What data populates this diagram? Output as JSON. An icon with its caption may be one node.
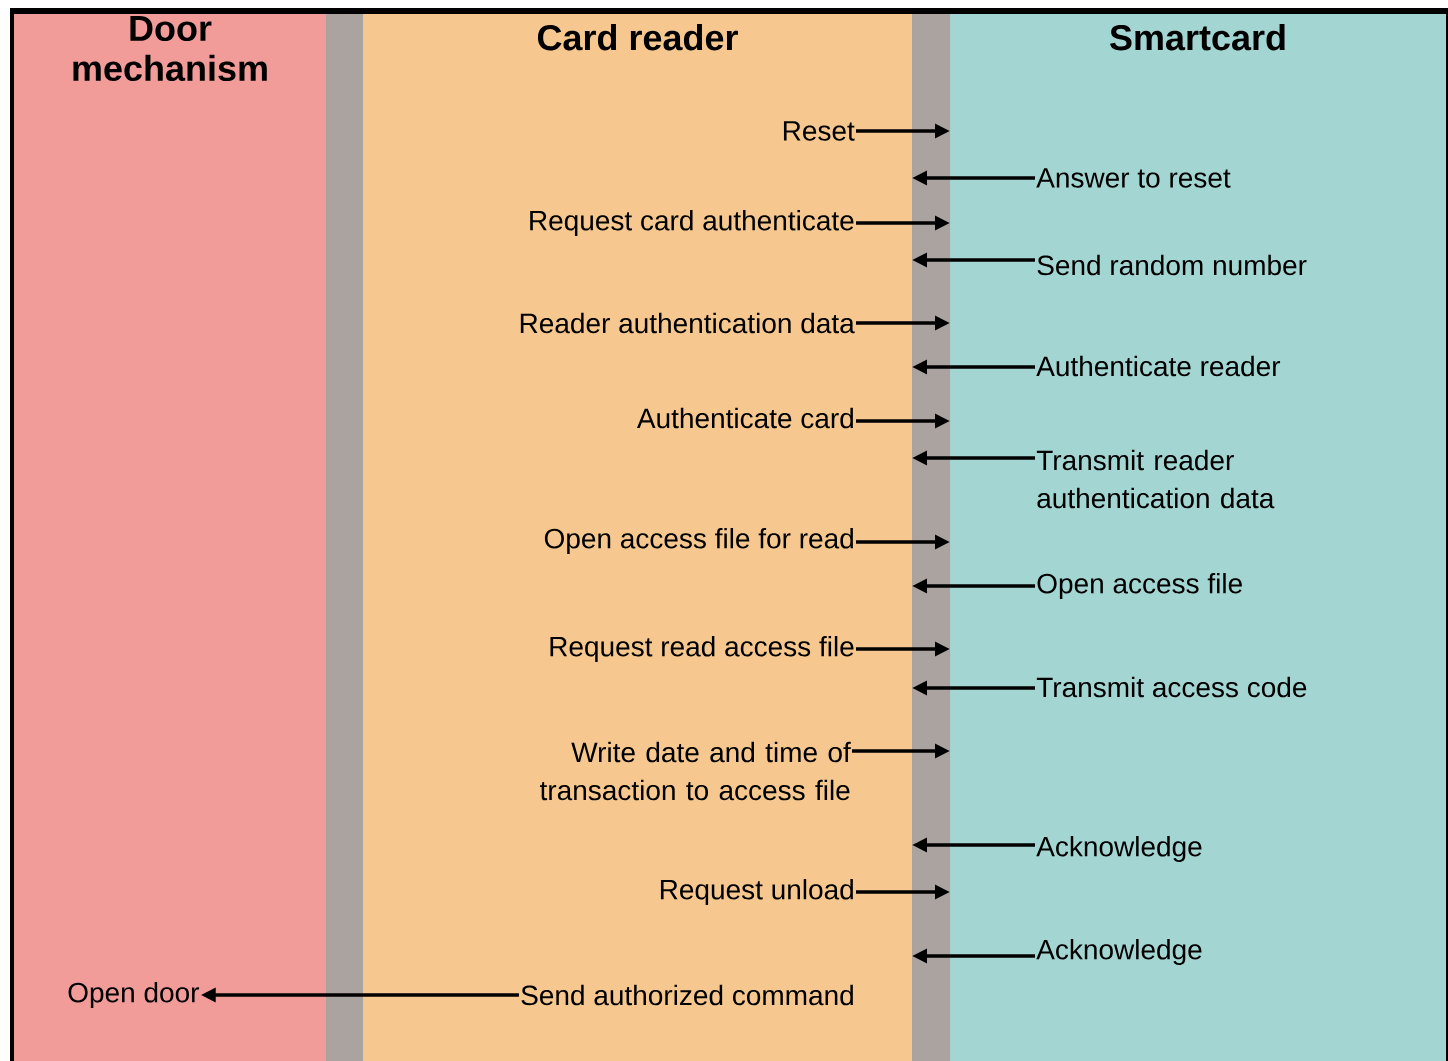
{
  "diagram": {
    "nodes": [
      {
        "text": [
          "Door mechanism"
        ]
      },
      {
        "text": [
          "Card reader"
        ]
      },
      {
        "text": [
          "Smartcard"
        ]
      },
      {
        "text": [
          "Reset"
        ],
        "in": 1
      },
      {
        "text": [
          "Answer to reset"
        ],
        "in": 2
      },
      {
        "text": [
          "Request card authenticate"
        ],
        "in": 1
      },
      {
        "text": [
          "Send random number"
        ],
        "in": 2
      },
      {
        "text": [
          "Reader authentication data"
        ],
        "in": 1
      },
      {
        "text": [
          "Authenticate reader"
        ],
        "in": 2
      },
      {
        "text": [
          "Authenticate card"
        ],
        "in": 1
      },
      {
        "text": [
          "Transmit reader authentication data"
        ],
        "in": 2
      },
      {
        "text": [
          "Open access file for read"
        ],
        "in": 1
      },
      {
        "text": [
          "Open access file"
        ],
        "in": 2
      },
      {
        "text": [
          "Request read access file"
        ],
        "in": 1
      },
      {
        "text": [
          "Transmit access code"
        ],
        "in": 2
      },
      {
        "text": [
          "Write date and time of transaction to access file"
        ],
        "in": 1
      },
      {
        "text": [
          "Acknowledge"
        ],
        "in": 2
      },
      {
        "text": [
          "Request unload"
        ],
        "in": 1
      },
      {
        "text": [
          "Acknowledge"
        ],
        "in": 2
      },
      {
        "text": [
          "Open door"
        ],
        "in": 0
      },
      {
        "text": [
          "Send authorized command"
        ],
        "in": 1
      }
    ],
    "edges": [
      {
        "from": 3,
        "to": 2,
        "arrow": "to"
      },
      {
        "from": 4,
        "to": 1,
        "arrow": "to"
      },
      {
        "from": 5,
        "to": 2,
        "arrow": "to"
      },
      {
        "from": 6,
        "to": 1,
        "arrow": "to"
      },
      {
        "from": 7,
        "to": 2,
        "arrow": "to"
      },
      {
        "from": 8,
        "to": 1,
        "arrow": "to"
      },
      {
        "from": 9,
        "to": 2,
        "arrow": "to"
      },
      {
        "from": 10,
        "to": 1,
        "arrow": "to"
      },
      {
        "from": 11,
        "to": 2,
        "arrow": "to"
      },
      {
        "from": 12,
        "to": 1,
        "arrow": "to"
      },
      {
        "from": 13,
        "to": 2,
        "arrow": "to"
      },
      {
        "from": 14,
        "to": 1,
        "arrow": "to"
      },
      {
        "from": 15,
        "to": 2,
        "arrow": "to"
      },
      {
        "from": 16,
        "to": 1,
        "arrow": "to"
      },
      {
        "from": 17,
        "to": 2,
        "arrow": "to"
      },
      {
        "from": 18,
        "to": 1,
        "arrow": "to"
      },
      {
        "from": 20,
        "to": 19,
        "arrow": "to"
      }
    ]
  }
}
